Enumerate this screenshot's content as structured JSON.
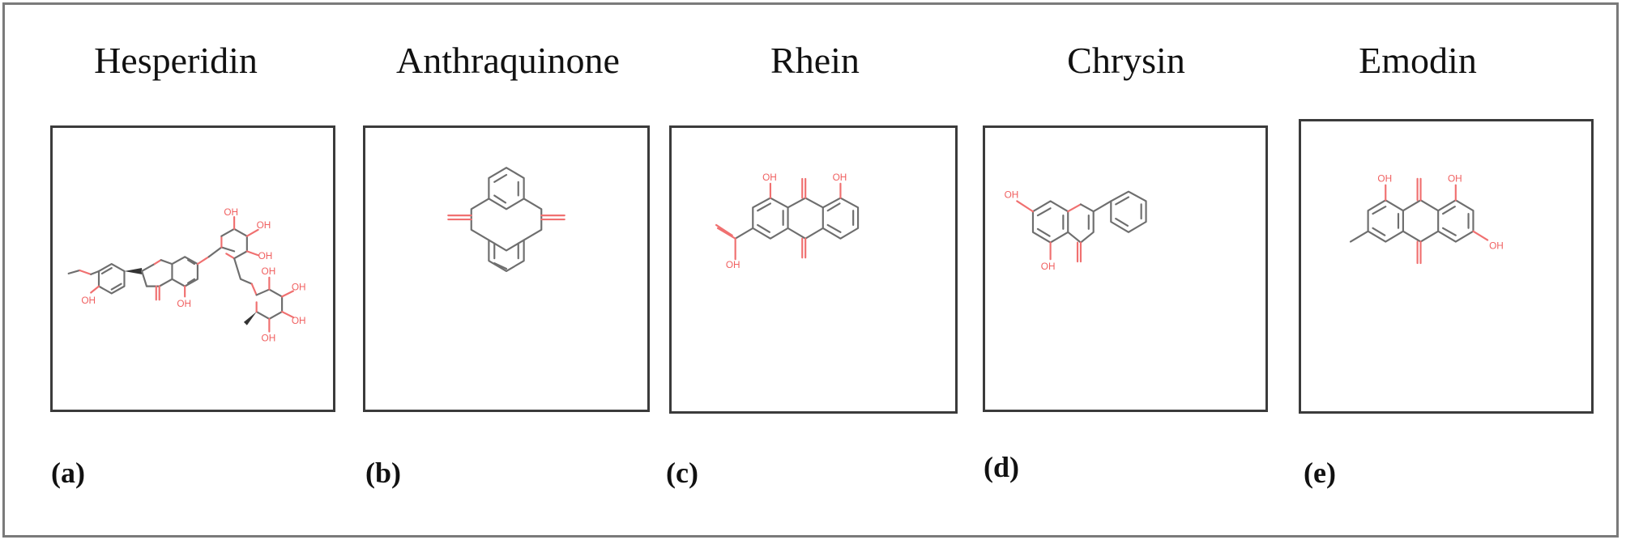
{
  "compounds": [
    {
      "name": "Hesperidin",
      "tag": "(a)"
    },
    {
      "name": "Anthraquinone",
      "tag": "(b)"
    },
    {
      "name": "Rhein",
      "tag": "(c)"
    },
    {
      "name": "Chrysin",
      "tag": "(d)"
    },
    {
      "name": "Emodin",
      "tag": "(e)"
    }
  ],
  "atom_label": "OH",
  "colors": {
    "bond": "#6e6e6e",
    "oxygen": "#f06060",
    "border": "#3b3b3b",
    "frame": "#7a7a7a"
  }
}
